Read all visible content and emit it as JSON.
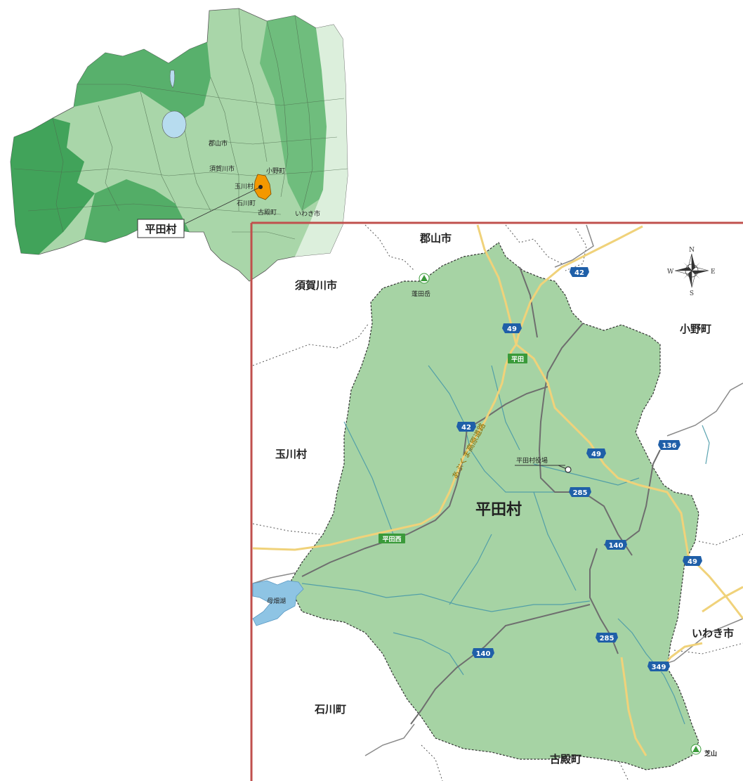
{
  "overview": {
    "labels": {
      "koriyama": "郡山市",
      "sukagawa": "須賀川市",
      "ono": "小野町",
      "tamakawa": "玉川村",
      "ishikawa": "石川町",
      "furudono": "古殿町",
      "iwaki": "いわき市"
    },
    "callout": "平田村",
    "colors": {
      "dark": "#2f9a4c",
      "mid": "#5cb46f",
      "light": "#a9d6a9",
      "pale": "#dcefdc",
      "highlight": "#f39800",
      "lake": "#b7dcef"
    }
  },
  "detail": {
    "village_name": "平田村",
    "neighbors": {
      "koriyama": "郡山市",
      "sukagawa": "須賀川市",
      "ono": "小野町",
      "tamakawa": "玉川村",
      "iwaki": "いわき市",
      "ishikawa": "石川町",
      "furudono": "古殿町"
    },
    "mountains": {
      "hodata": "蓬田岳",
      "shibayama": "芝山"
    },
    "office": "平田村役場",
    "lake": "母畑湖",
    "expressway": "あぶくま高原道路",
    "interchanges": {
      "hirata": "平田",
      "hirata_nishi": "平田西"
    },
    "routes": [
      "42",
      "49",
      "42",
      "49",
      "136",
      "285",
      "140",
      "49",
      "285",
      "140",
      "349"
    ],
    "compass": {
      "n": "N",
      "s": "S",
      "e": "E",
      "w": "W"
    },
    "colors": {
      "village_fill": "#a6d3a4",
      "frame": "#c0504d",
      "road": "#f0d27a",
      "river": "#4a9aa8",
      "route_badge": "#1f5fa8",
      "ic_badge": "#3a9a3a"
    }
  }
}
